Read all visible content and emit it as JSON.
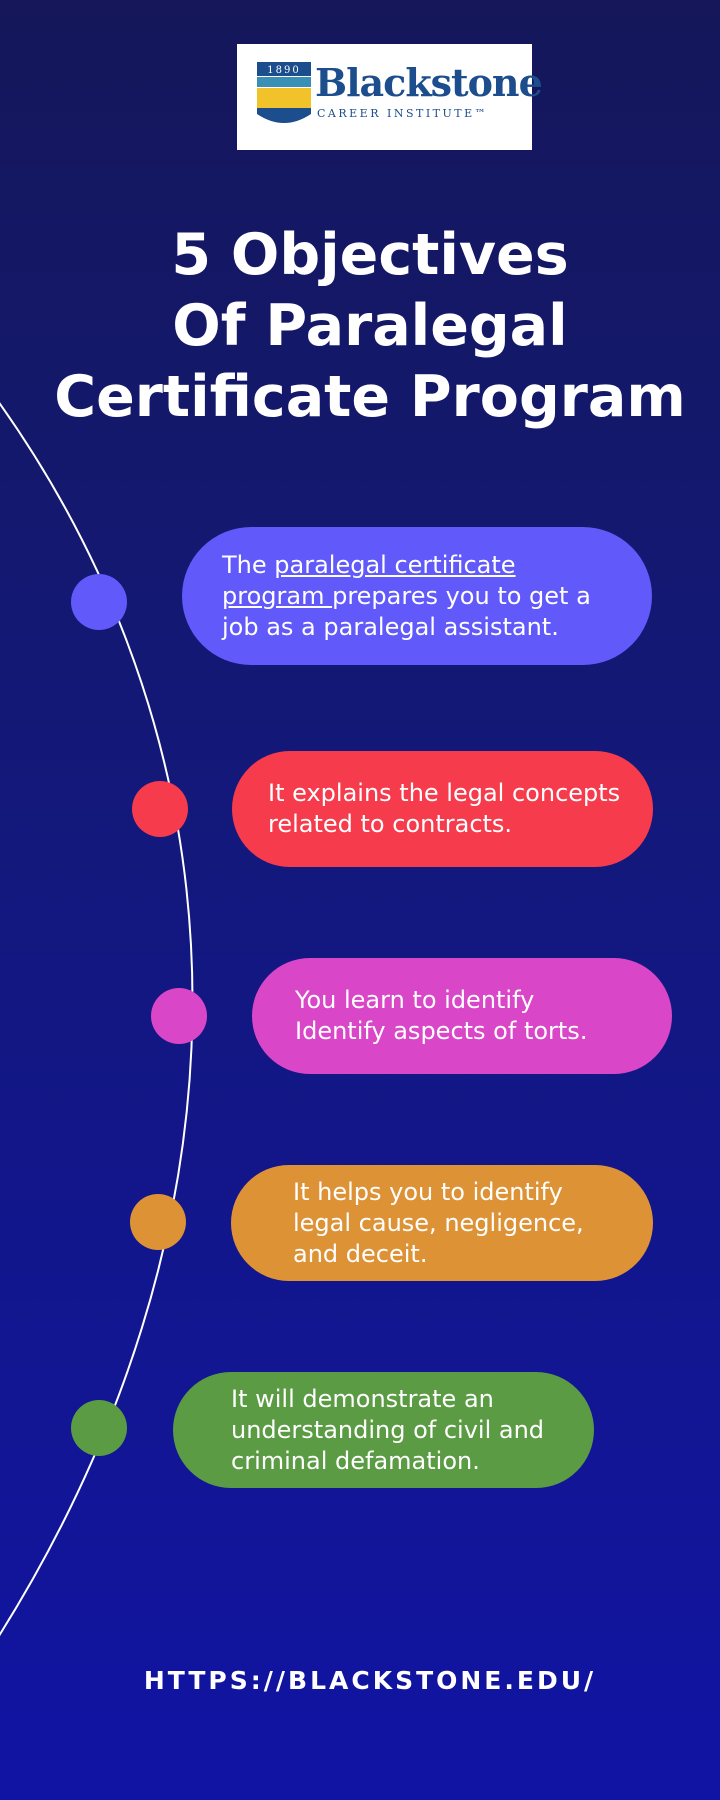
{
  "logo": {
    "year": "1890",
    "name": "Blackstone",
    "subtitle": "CAREER INSTITUTE™"
  },
  "title": {
    "line1": "5 Objectives",
    "line2": "Of Paralegal",
    "line3": "Certificate Program"
  },
  "objectives": [
    {
      "prefix": "The ",
      "link": "paralegal certificate program ",
      "text": "prepares you to get a job as a paralegal assistant.",
      "color": "#6159f9"
    },
    {
      "text": "It  explains the legal concepts related to contracts.",
      "color": "#f53b4c"
    },
    {
      "text": "You learn to identify Identify aspects of torts.",
      "color": "#d946c7"
    },
    {
      "text": "It helps you to identify legal cause, negligence, and deceit.",
      "color": "#dd9236"
    },
    {
      "text": "It will demonstrate an understanding of civil and criminal defamation.",
      "color": "#5a9b44"
    }
  ],
  "footer": {
    "url": "HTTPS://BLACKSTONE.EDU/"
  },
  "colors": {
    "background": "#131877",
    "logo_blue": "#1c4d8c",
    "logo_gold": "#f2c22b",
    "logo_teal": "#3a8fb5"
  }
}
